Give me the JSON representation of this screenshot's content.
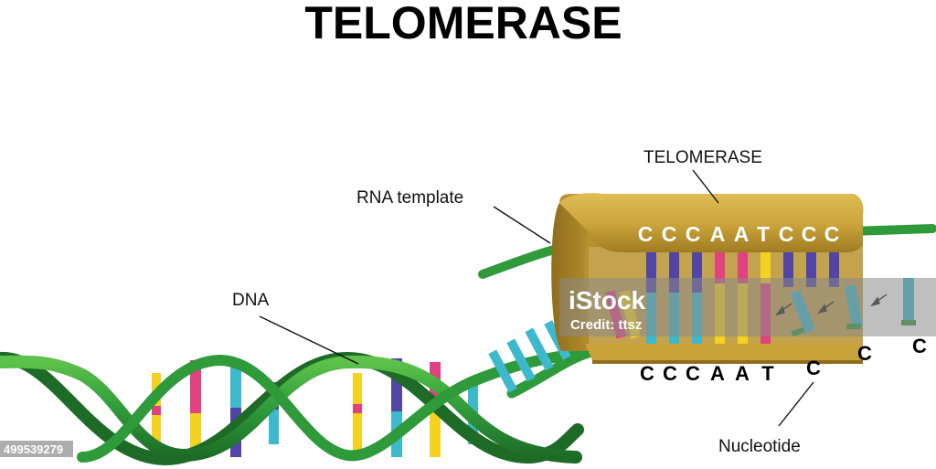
{
  "title": "TELOMERASE",
  "labels": {
    "telomerase": "TELOMERASE",
    "rna_template": "RNA template",
    "dna": "DNA",
    "nucleotide": "Nucleotide"
  },
  "rna_template_sequence": [
    "C",
    "C",
    "C",
    "A",
    "A",
    "T",
    "C",
    "C",
    "C"
  ],
  "new_strand_sequence": [
    "C",
    "C",
    "C",
    "A",
    "A",
    "T"
  ],
  "incoming_nucleotides": [
    "C",
    "C",
    "C"
  ],
  "watermark": {
    "brand": "iStock",
    "credit": "Credit: ttsz",
    "id": "499539279"
  },
  "colors": {
    "helix_green": "#2e9a3a",
    "helix_dark": "#1d6b26",
    "enzyme_gold": "#c9a23a",
    "enzyme_dark": "#8e6d1c",
    "base_yellow": "#f4d21f",
    "base_pink": "#e2417f",
    "base_cyan": "#3cb9cc",
    "base_purple": "#5146a5"
  }
}
